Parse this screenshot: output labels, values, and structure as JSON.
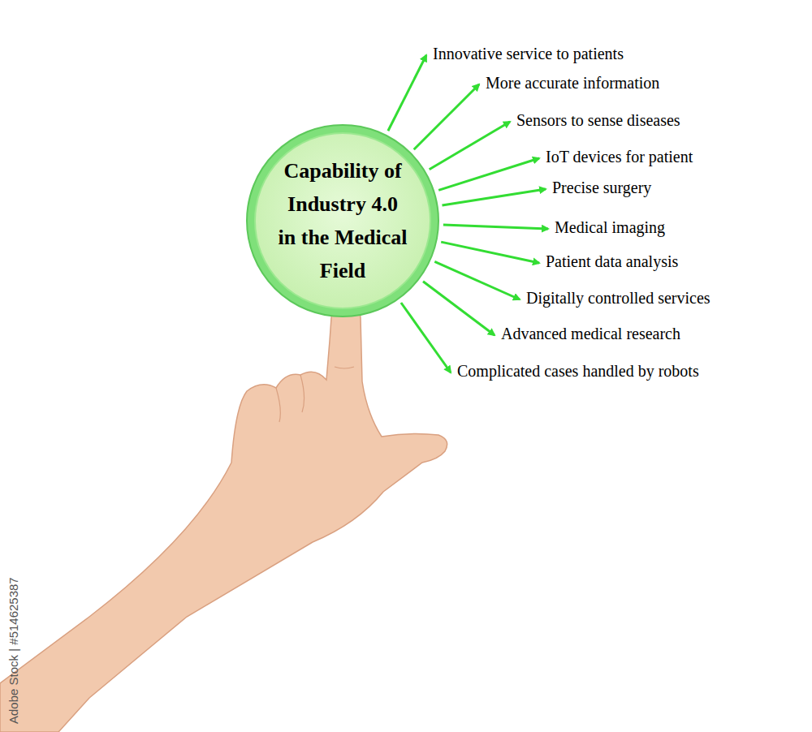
{
  "diagram": {
    "nodes": [
      {
        "text": [
          "Capability of Industry 4.0 in the Medical Field"
        ]
      },
      {
        "text": [
          "Innovative service to patients"
        ]
      },
      {
        "text": [
          "More accurate information"
        ]
      },
      {
        "text": [
          "Sensors to sense diseases"
        ]
      },
      {
        "text": [
          "IoT devices for patient"
        ]
      },
      {
        "text": [
          "Precise surgery"
        ]
      },
      {
        "text": [
          "Medical imaging"
        ]
      },
      {
        "text": [
          "Patient data analysis"
        ]
      },
      {
        "text": [
          "Digitally controlled services"
        ]
      },
      {
        "text": [
          "Advanced medical research"
        ]
      },
      {
        "text": [
          "Complicated cases handled by robots"
        ]
      }
    ],
    "edges": [
      {
        "from": 0,
        "to": 1,
        "arrow": "to"
      },
      {
        "from": 0,
        "to": 2,
        "arrow": "to"
      },
      {
        "from": 0,
        "to": 3,
        "arrow": "to"
      },
      {
        "from": 0,
        "to": 4,
        "arrow": "to"
      },
      {
        "from": 0,
        "to": 5,
        "arrow": "to"
      },
      {
        "from": 0,
        "to": 6,
        "arrow": "to"
      },
      {
        "from": 0,
        "to": 7,
        "arrow": "to"
      },
      {
        "from": 0,
        "to": 8,
        "arrow": "to"
      },
      {
        "from": 0,
        "to": 9,
        "arrow": "to"
      },
      {
        "from": 0,
        "to": 10,
        "arrow": "to"
      }
    ],
    "labels": [
      "Adobe Stock | #514625387"
    ]
  }
}
